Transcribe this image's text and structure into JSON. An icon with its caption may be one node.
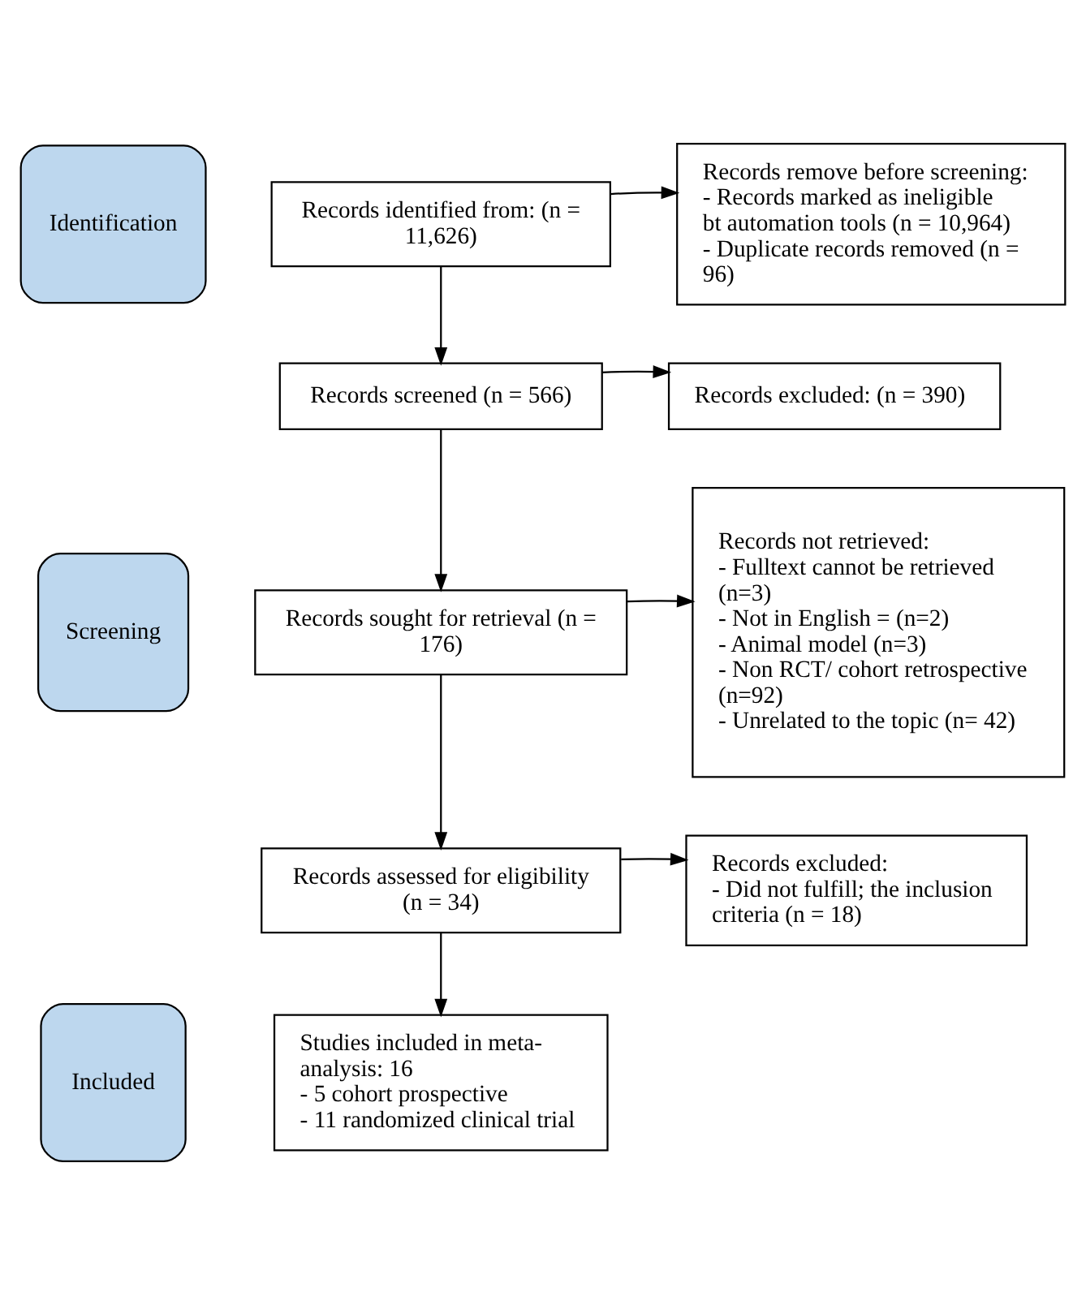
{
  "diagram": {
    "nodes": [
      {
        "text": [
          "Identification"
        ]
      },
      {
        "text": [
          "Records identified from: (n = 11,626)"
        ]
      },
      {
        "text": [
          "Records remove before screening:",
          "- Records marked as ineligible bt automation tools (n = 10,964)",
          "- Duplicate records removed (n = 96)"
        ]
      },
      {
        "text": [
          "Screening"
        ]
      },
      {
        "text": [
          "Records screened (n = 566)"
        ]
      },
      {
        "text": [
          "Records excluded: (n = 390)"
        ]
      },
      {
        "text": [
          "Records sought for retrieval (n = 176)"
        ]
      },
      {
        "text": [
          "Records not retrieved:",
          "- Fulltext cannot be retrieved (n=3)",
          "- Not in English = (n=2)",
          "- Animal model (n=3)",
          "- Non RCT/ cohort retrospective (n=92)",
          "- Unrelated to the topic (n= 42)"
        ]
      },
      {
        "text": [
          "Records assessed for eligibility (n = 34)"
        ]
      },
      {
        "text": [
          "Records excluded:",
          "- Did not fulfill; the inclusion criteria (n = 18)"
        ]
      },
      {
        "text": [
          "Included"
        ]
      },
      {
        "text": [
          "Studies included in meta-analysis: 16",
          "- 5 cohort prospective",
          "- 11 randomized clinical trial"
        ]
      }
    ],
    "edges": [
      {
        "from": 1,
        "to": 2,
        "arrow": "to"
      },
      {
        "from": 1,
        "to": 4,
        "arrow": "to"
      },
      {
        "from": 4,
        "to": 5,
        "arrow": "to"
      },
      {
        "from": 4,
        "to": 6,
        "arrow": "to"
      },
      {
        "from": 6,
        "to": 7,
        "arrow": "to"
      },
      {
        "from": 6,
        "to": 8,
        "arrow": "to"
      },
      {
        "from": 8,
        "to": 9,
        "arrow": "to"
      },
      {
        "from": 8,
        "to": 11,
        "arrow": "to"
      }
    ]
  }
}
